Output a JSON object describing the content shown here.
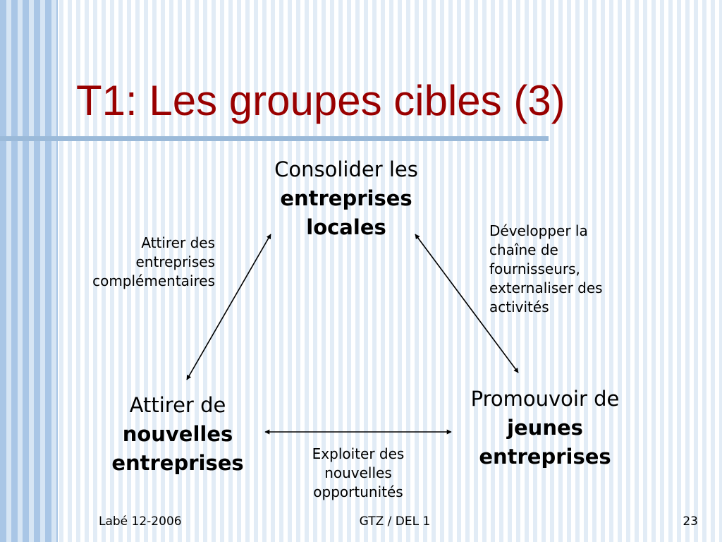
{
  "slide": {
    "title": "T1: Les groupes cibles (3)"
  },
  "nodes": {
    "top": {
      "line1": "Consolider les",
      "line2": "entreprises",
      "line3": "locales"
    },
    "left": {
      "line1": "Attirer de",
      "line2": "nouvelles",
      "line3": "entreprises"
    },
    "right": {
      "line1": "Promouvoir de",
      "line2": "jeunes",
      "line3": "entreprises"
    }
  },
  "edge_labels": {
    "left_edge": [
      "Attirer des",
      "entreprises",
      "complémentaires"
    ],
    "right_edge": [
      "Développer la",
      "chaîne de",
      "fournisseurs,",
      "externaliser des",
      "activités"
    ],
    "bottom_edge": [
      "Exploiter des",
      "nouvelles",
      "opportunités"
    ]
  },
  "footer": {
    "left": "Labé 12-2006",
    "center": "GTZ / DEL 1",
    "page_number": "23"
  },
  "colors": {
    "title": "#990000",
    "rule": "#9bbad9",
    "band": "#a9c6e6"
  }
}
